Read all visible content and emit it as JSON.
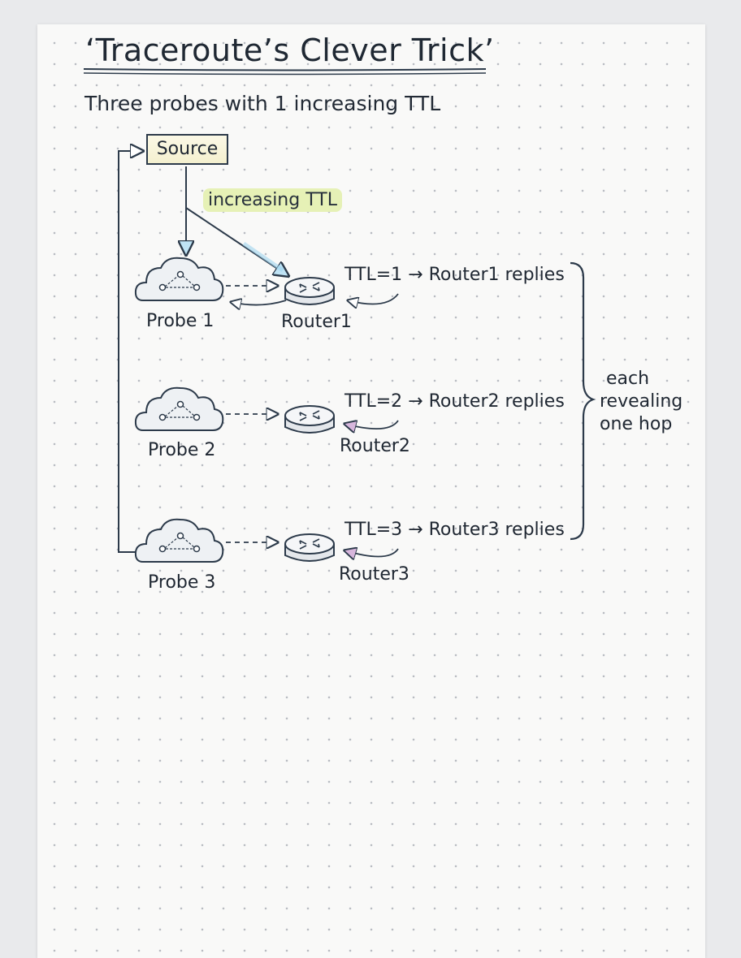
{
  "title": "‘Traceroute’s Clever Trick’",
  "subtitle": "Three probes with 1 increasing TTL",
  "source_label": "Source",
  "highlight_label": "increasing TTL",
  "rows": [
    {
      "probe": "Probe 1",
      "router": "Router1",
      "note": "TTL=1 → Router1 replies"
    },
    {
      "probe": "Probe 2",
      "router": "Router2",
      "note": "TTL=2 → Router2 replies"
    },
    {
      "probe": "Probe 3",
      "router": "Router3",
      "note": "TTL=3 → Router3 replies"
    }
  ],
  "brace_note": [
    "each",
    "revealing",
    "one hop"
  ],
  "colors": {
    "ink": "#1f2732",
    "highlight": "#e6f1b6",
    "source_fill": "#f4f0cf",
    "arrow_accent": "#9fd3ee",
    "reply_arrowhead": "#b07bb7"
  }
}
